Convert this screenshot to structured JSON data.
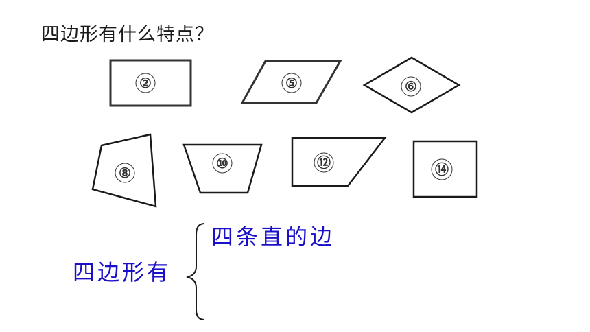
{
  "question": "四边形有什么特点？",
  "shapes": [
    {
      "label": "②"
    },
    {
      "label": "⑤"
    },
    {
      "label": "⑥"
    },
    {
      "label": "⑧"
    },
    {
      "label": "⑩"
    },
    {
      "label": "⑫"
    },
    {
      "label": "⑭"
    }
  ],
  "summary": {
    "subject": "四边形有",
    "properties": [
      "四条直的边"
    ]
  }
}
